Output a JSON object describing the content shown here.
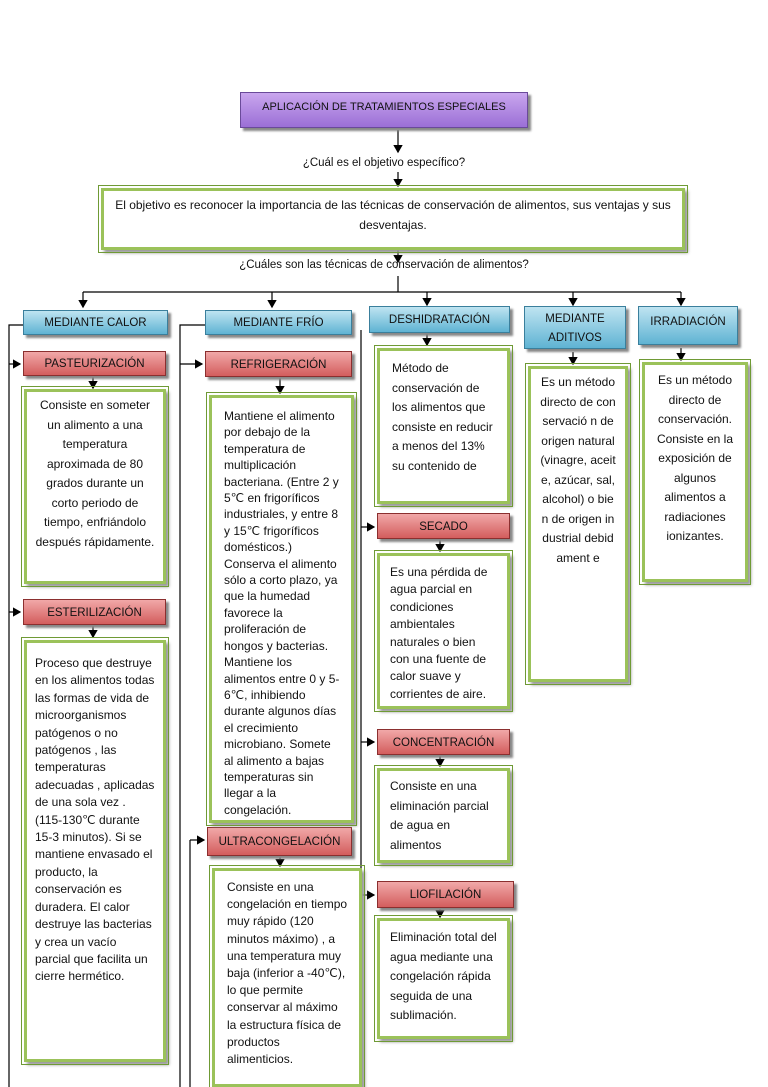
{
  "title": "APLICACIÓN DE TRATAMIENTOS ESPECIALES",
  "question1": "¿Cuál es el objetivo específico?",
  "objective": "El objetivo es reconocer la importancia de las técnicas de conservación de alimentos, sus ventajas y sus desventajas.",
  "question2": "¿Cuáles son las técnicas de conservación de alimentos?",
  "categories": {
    "calor": "MEDIANTE CALOR",
    "frio": "MEDIANTE FRÍO",
    "deshidratacion": "DESHIDRATACIÓN",
    "aditivos": "MEDIANTE ADITIVOS",
    "irradiacion": "IRRADIACIÓN"
  },
  "subs": {
    "pasteurizacion": "PASTEURIZACIÓN",
    "esterilizacion": "ESTERILIZACIÓN",
    "refrigeracion": "REFRIGERACIÓN",
    "ultracongelacion": "ULTRACONGELACIÓN",
    "secado": "SECADO",
    "concentracion": "CONCENTRACIÓN",
    "liofilacion": "LIOFILACIÓN"
  },
  "texts": {
    "pasteurizacion": "Consiste en someter un alimento a una temperatura aproximada de 80 grados durante un corto periodo de tiempo, enfriándolo después rápidamente.",
    "esterilizacion": "Proceso que destruye en los alimentos todas las formas de vida de microorganismos patógenos o no patógenos , las temperaturas adecuadas , aplicadas de una sola vez . (115-130℃ durante 15-3 minutos). Si se mantiene envasado el producto, la conservación es duradera. El calor destruye las bacterias y crea un vacío parcial que facilita un cierre hermético.",
    "refrigeracion": "Mantiene el alimento por debajo de la temperatura de multiplicación bacteriana. (Entre 2 y 5℃ en frigoríficos industriales, y entre 8 y 15℃ frigoríficos domésticos.) Conserva el alimento sólo a corto plazo, ya que la humedad favorece la proliferación de hongos y bacterias. Mantiene los alimentos entre 0 y 5-6℃, inhibiendo durante algunos días el crecimiento microbiano. Somete al alimento a bajas temperaturas sin llegar a la congelación.",
    "ultracongelacion": "Consiste en una congelación en tiempo muy rápido (120 minutos máximo) , a una temperatura muy baja (inferior a -40℃), lo que permite conservar al máximo la estructura física de productos alimenticios.",
    "deshidratacion": "Método de conservación de los alimentos que consiste en reducir a menos del 13% su contenido de",
    "secado": "Es una pérdida de agua parcial en condiciones ambientales naturales o bien con una fuente de calor suave y corrientes de aire.",
    "concentracion": "Consiste en una eliminación parcial de agua en alimentos",
    "liofilacion": "Eliminación total del agua mediante una congelación rápida seguida de una sublimación.",
    "aditivos": "Es un método directo de conservació n de origen natural (vinagre, aceite, azúcar, sal, alcohol) o bien de origen industrial debidament e",
    "irradiacion": "Es un método directo de conservación. Consiste en la exposición de algunos alimentos a radiaciones ionizantes."
  }
}
